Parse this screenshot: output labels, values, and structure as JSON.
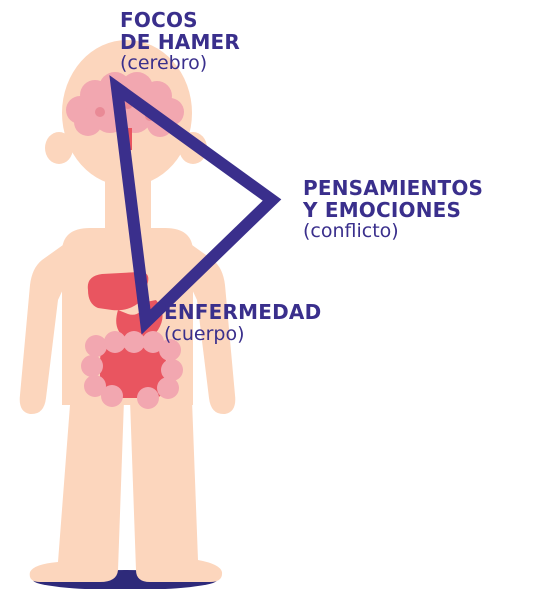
{
  "labels": {
    "hamer": {
      "title_line1": "FOCOS",
      "title_line2": "DE HAMER",
      "subtitle": "(cerebro)"
    },
    "pensamientos": {
      "title_line1": "PENSAMIENTOS",
      "title_line2": "Y EMOCIONES",
      "subtitle": "(conflicto)"
    },
    "enfermedad": {
      "title_line1": "ENFERMEDAD",
      "subtitle": "(cuerpo)"
    }
  },
  "colors": {
    "skin": "#fcd6bd",
    "brain": "#f2a7b0",
    "brain_dark": "#e98a96",
    "organ": "#e95560",
    "intestine": "#f2a7b0",
    "triangle": "#3a2f8c",
    "shadow": "#2e2a7a",
    "label": "#3a2f8c"
  },
  "icons": {
    "figure": "human-body-icon",
    "brain": "brain-icon",
    "stomach": "stomach-icon",
    "intestines": "intestines-icon"
  }
}
